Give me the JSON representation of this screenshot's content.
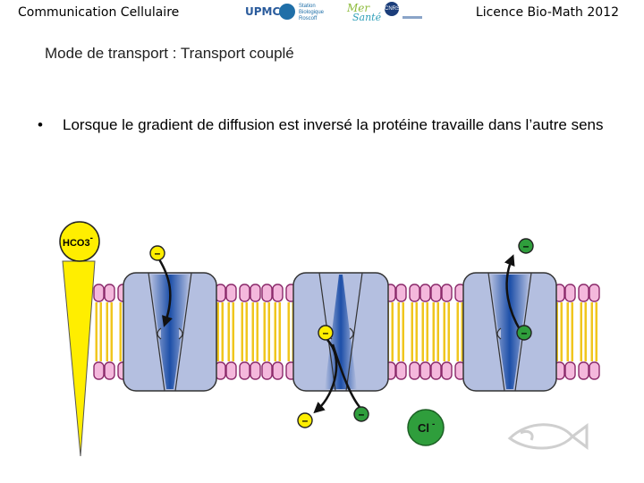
{
  "header": {
    "left_title": "Communication Cellulaire",
    "right_title": "Licence Bio-Math 2012",
    "logos": {
      "upmc": "UPMC",
      "station": "Station Biologique Roscoff",
      "mer": "Mer",
      "sante": "Santé",
      "cnrs": "CNRS"
    }
  },
  "slide": {
    "title": "Mode de transport : Transport couplé",
    "bullet_marker": "•",
    "bullet_text": "Lorsque le gradient de diffusion est inversé la protéine travaille dans l’autre sens"
  },
  "figure": {
    "gradient_label": "HCO3",
    "gradient_label_charge": "-",
    "chloride_label": "Cl",
    "chloride_charge": "-",
    "charge_symbol": "–",
    "colors": {
      "gradient_fill": "#ffee00",
      "channel_fill": "#b4bfe0",
      "channel_core": "#1d4fa8",
      "lipid_head": "#f4b8dc",
      "lipid_tail": "#f0c61e",
      "ion_yellow": "#ffee00",
      "ion_green": "#2f9e3c"
    }
  }
}
